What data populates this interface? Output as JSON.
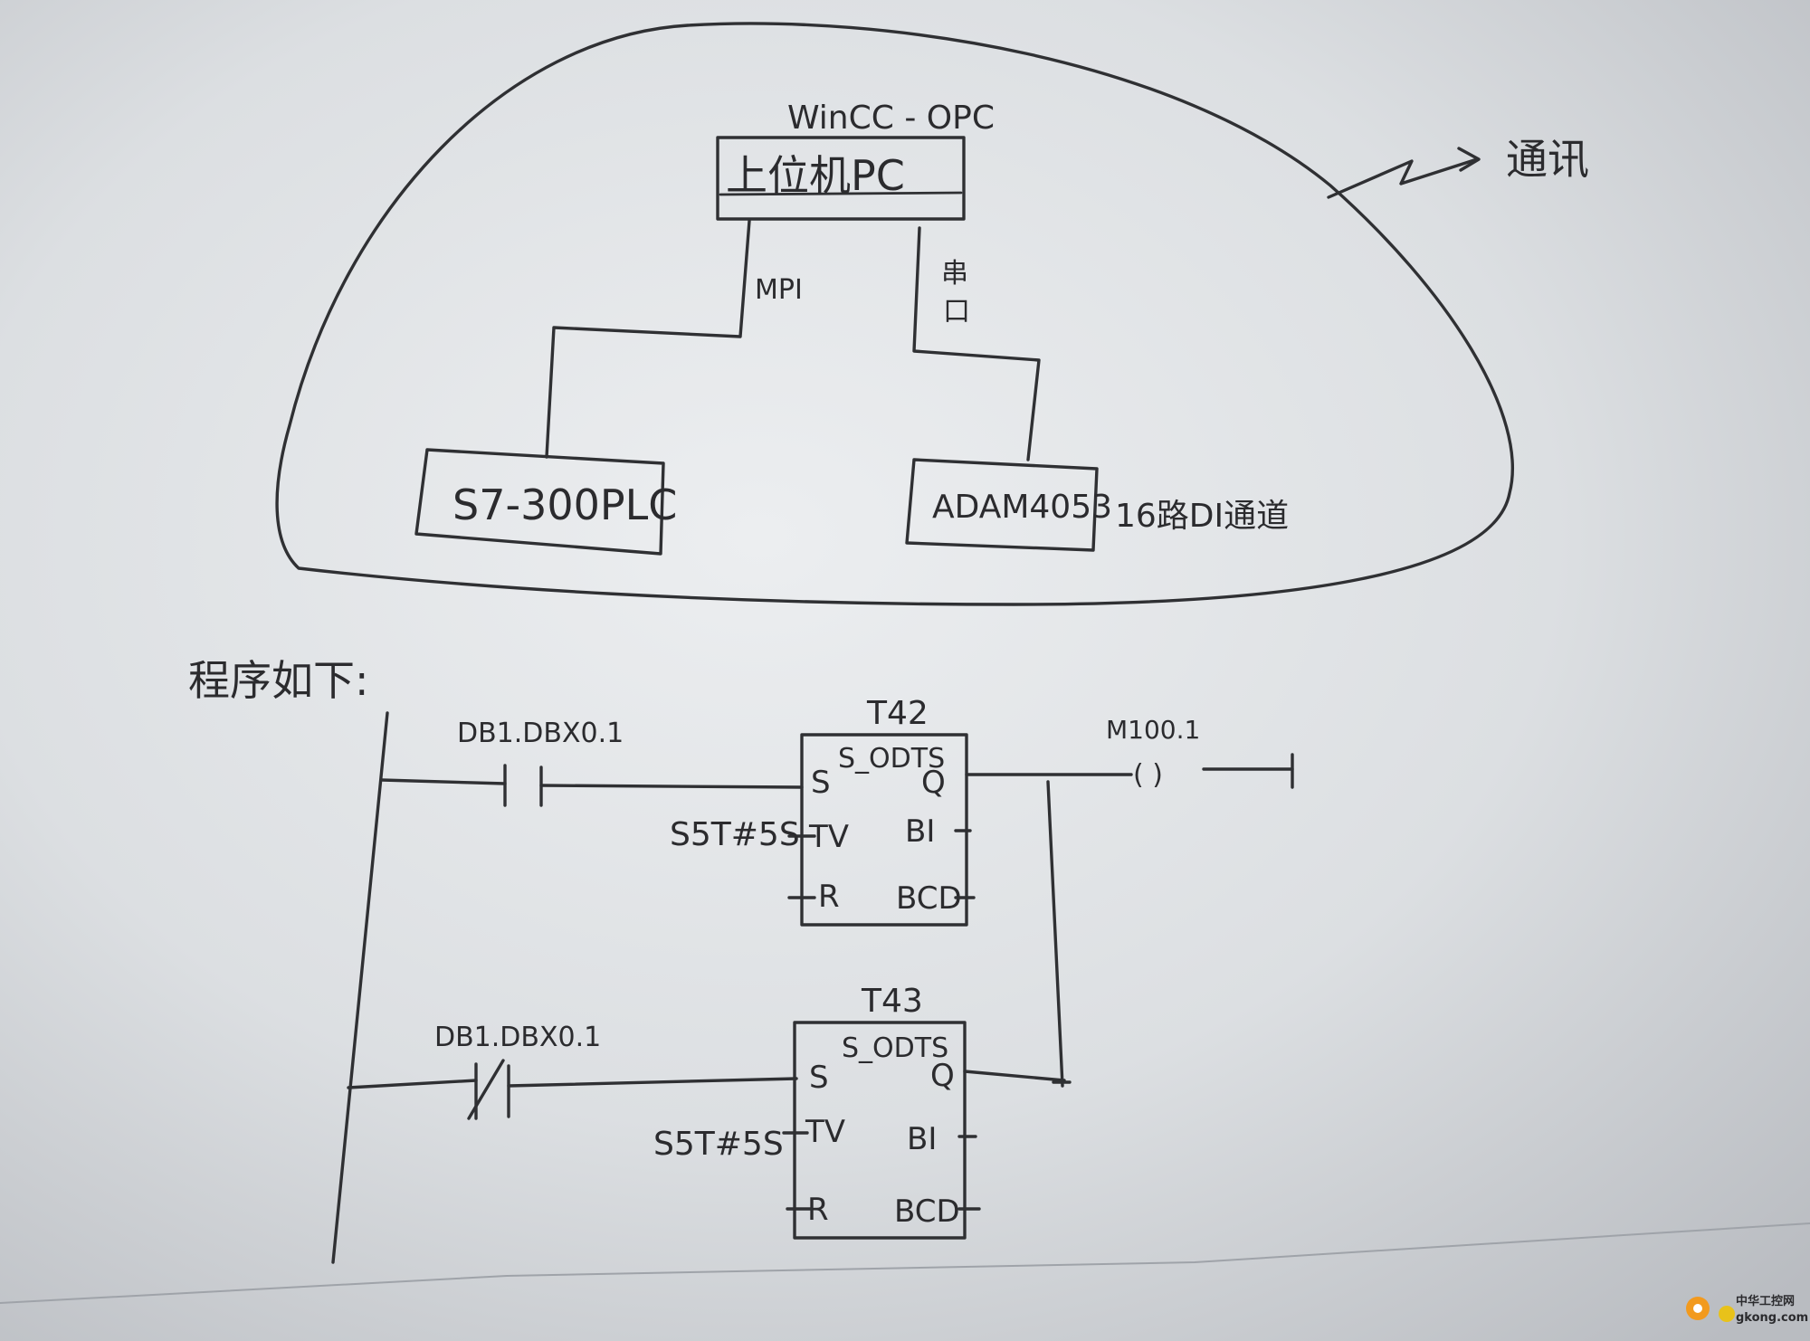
{
  "network": {
    "pc_header": "WinCC - OPC",
    "pc_box": "上位机PC",
    "link_left": "MPI",
    "link_right_1": "串",
    "link_right_2": "口",
    "plc_box": "S7-300PLC",
    "adam_box": "ADAM4053",
    "adam_note": "16路DI通道",
    "cloud_label": "通讯"
  },
  "program": {
    "heading": "程序如下:",
    "rung1": {
      "contact_label": "DB1.DBX0.1",
      "contact_type": "normally-open",
      "timer_name": "T42",
      "timer_type": "S_ODTS",
      "tv_value": "S5T#5S",
      "coil_label": "M100.1",
      "coil_symbol": "(   )",
      "pins": {
        "s": "S",
        "tv": "TV",
        "r": "R",
        "q": "Q",
        "bi": "BI",
        "bcd": "BCD"
      }
    },
    "rung2": {
      "contact_label": "DB1.DBX0.1",
      "contact_type": "normally-closed",
      "timer_name": "T43",
      "timer_type": "S_ODTS",
      "tv_value": "S5T#5S",
      "pins": {
        "s": "S",
        "tv": "TV",
        "r": "R",
        "q": "Q",
        "bi": "BI",
        "bcd": "BCD"
      }
    }
  },
  "watermark": {
    "line1": "中华工控网",
    "line2": "gkong.com"
  },
  "colors": {
    "paper_light": "#eceef0",
    "paper_dark": "#b9bcc1",
    "ink": "#2f3033",
    "watermark_orange": "#f29a1e"
  }
}
